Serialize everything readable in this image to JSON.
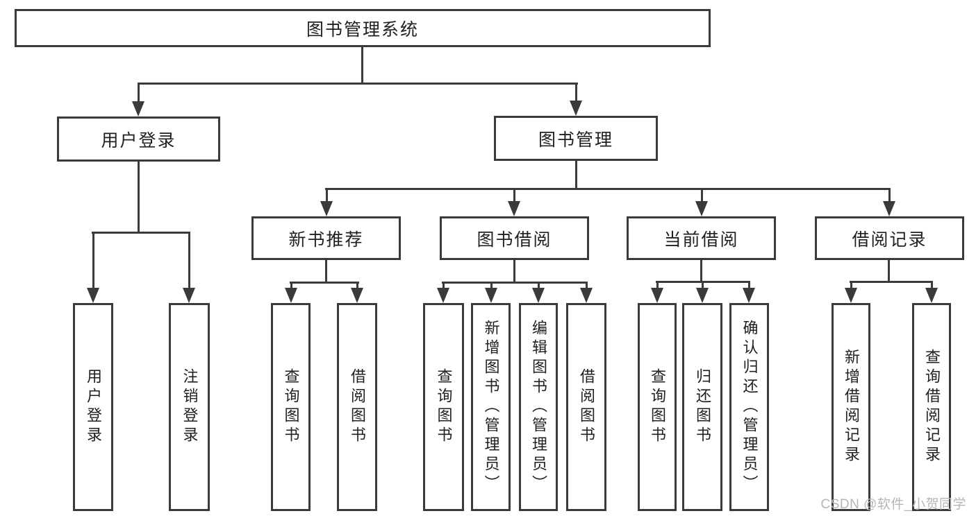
{
  "theme": {
    "line_color": "#3a3a3a",
    "text_color": "#1f1f1f",
    "background": "#ffffff",
    "watermark_color": "#b5b5b5"
  },
  "diagram": {
    "root": {
      "label": "图书管理系统"
    },
    "level1": [
      {
        "label": "用户登录"
      },
      {
        "label": "图书管理"
      }
    ],
    "level2": [
      {
        "label": "新书推荐",
        "parent": "图书管理"
      },
      {
        "label": "图书借阅",
        "parent": "图书管理"
      },
      {
        "label": "当前借阅",
        "parent": "图书管理"
      },
      {
        "label": "借阅记录",
        "parent": "图书管理"
      }
    ],
    "leaves": [
      {
        "label": "用户登录",
        "parent": "用户登录"
      },
      {
        "label": "注销登录",
        "parent": "用户登录"
      },
      {
        "label": "查询图书",
        "parent": "新书推荐"
      },
      {
        "label": "借阅图书",
        "parent": "新书推荐"
      },
      {
        "label": "查询图书",
        "parent": "图书借阅"
      },
      {
        "label": "新增图书（管理员）",
        "parent": "图书借阅"
      },
      {
        "label": "编辑图书（管理员）",
        "parent": "图书借阅"
      },
      {
        "label": "借阅图书",
        "parent": "图书借阅"
      },
      {
        "label": "查询图书",
        "parent": "当前借阅"
      },
      {
        "label": "归还图书",
        "parent": "当前借阅"
      },
      {
        "label": "确认归还（管理员）",
        "parent": "当前借阅"
      },
      {
        "label": "新增借阅记录",
        "parent": "借阅记录"
      },
      {
        "label": "查询借阅记录",
        "parent": "借阅记录"
      }
    ]
  },
  "watermark": {
    "text": "CSDN @软件_小贺同学"
  }
}
